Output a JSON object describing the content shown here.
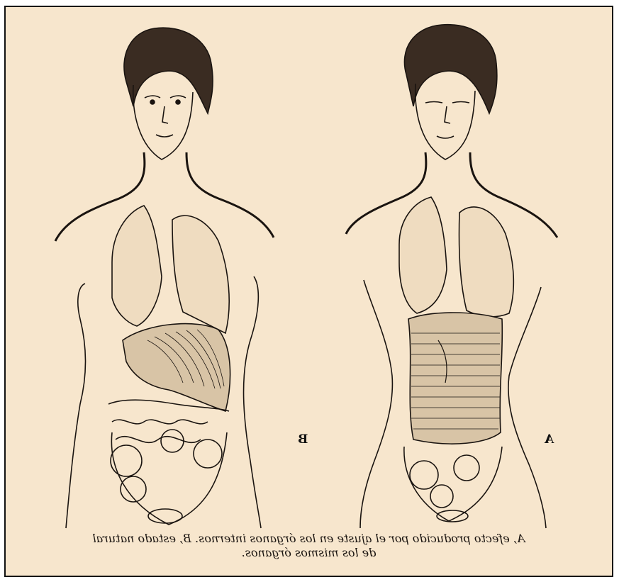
{
  "figure": {
    "label_left": "B",
    "label_right": "A",
    "caption_line1": "A, efecto producido por el ajuste en los órganos internos. B, estado natural",
    "caption_line2": "de los mismos órganos."
  },
  "colors": {
    "paper": "#f7e6cd",
    "ink": "#1a1410"
  }
}
